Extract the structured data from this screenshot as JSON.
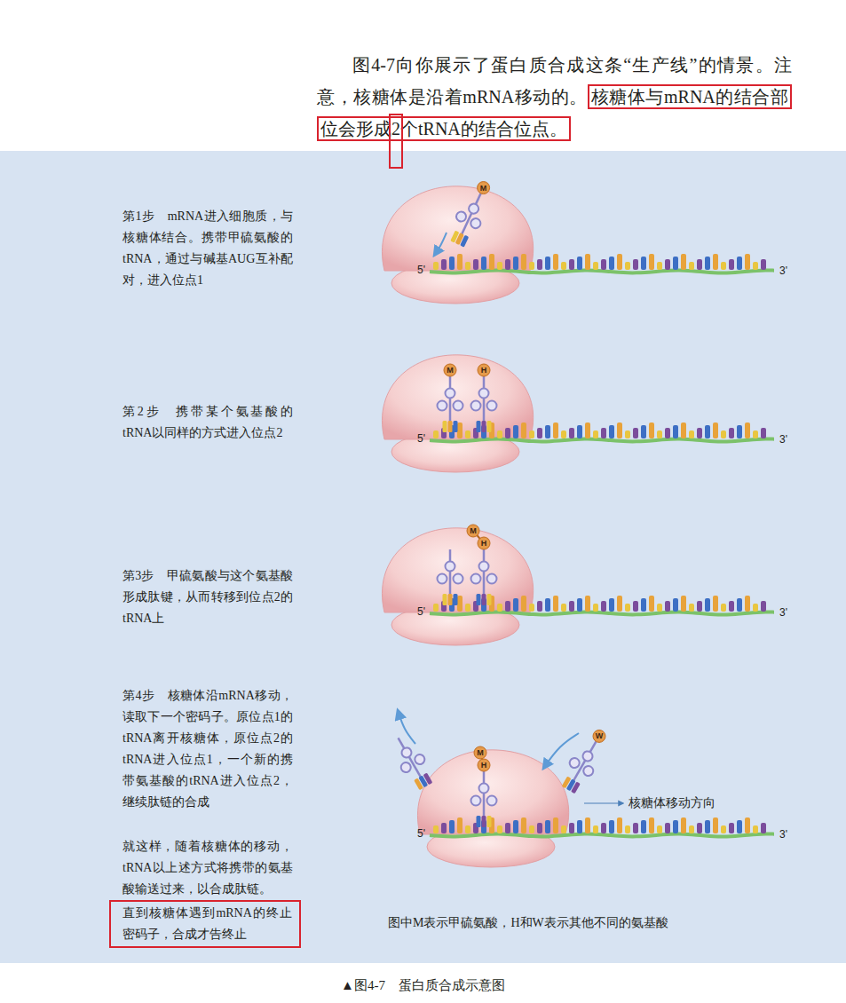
{
  "diagram": {
    "caption": "▲图4-7　蛋白质合成示意图",
    "nodes": [
      {
        "text": [
          "核糖体与mRNA的结合部位会形成2个tRNA的结合位点。"
        ]
      },
      {
        "text": [
          "直到核糖体遇到mRNA的终止密码子，合成才告终止"
        ]
      }
    ],
    "labels": [
      "图4-7向你展示了蛋白质合成这条“生产线”的情景。注意，核糖体是沿着mRNA移动的。",
      "第1步　mRNA进入细胞质，与核糖体结合。携带甲硫氨酸的tRNA，通过与碱基AUG互补配对，进入位点1",
      "第2步　携带某个氨基酸的tRNA以同样的方式进入位点2",
      "第3步　甲硫氨酸与这个氨基酸形成肽键，从而转移到位点2的tRNA上",
      "第4步　核糖体沿mRNA移动，读取下一个密码子。原位点1的tRNA离开核糖体，原位点2的tRNA进入位点1，一个新的携带氨基酸的tRNA进入位点2，继续肽链的合成",
      "就这样，随着核糖体的移动，tRNA以上述方式将携带的氨基酸输送过来，以合成肽链。",
      "图中M表示甲硫氨酸，H和W表示其他不同的氨基酸",
      "核糖体移动方向",
      "5'",
      "3'",
      "5'",
      "3'",
      "5'",
      "3'",
      "5'",
      "3'",
      "M",
      "M",
      "H",
      "M",
      "H",
      "M",
      "H",
      "W"
    ]
  }
}
